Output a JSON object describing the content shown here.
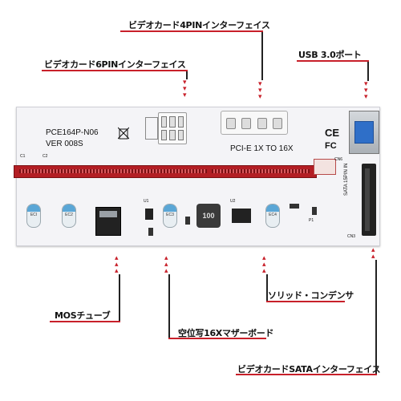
{
  "callouts": {
    "video_card_4pin": "ビデオカード4PINインターフェイス",
    "video_card_6pin": "ビデオカード6PINインターフェイス",
    "usb30_port": "USB 3.0ポート",
    "mos_tube": "MOSチューブ",
    "x16_slot": "空位写16Xマザーボード",
    "solid_capacitor": "ソリッド・コンデンサ",
    "video_card_sata": "ビデオカードSATAインターフェイス"
  },
  "board": {
    "model": "PCE164P-N06",
    "version": "VER 008S",
    "pcie_text": "PCI-E  1X TO 16X",
    "sata_text": "SATA 15PIN IN",
    "inductor_text": "100",
    "cap_labels": [
      "ECI",
      "EC2",
      "EC3",
      "EC4"
    ],
    "ref_c1": "C1",
    "ref_c2": "C2",
    "ref_u1": "U1",
    "ref_u2": "U2",
    "ref_p1": "P1",
    "ref_cn3": "CN3",
    "ref_cn6": "CN6"
  }
}
